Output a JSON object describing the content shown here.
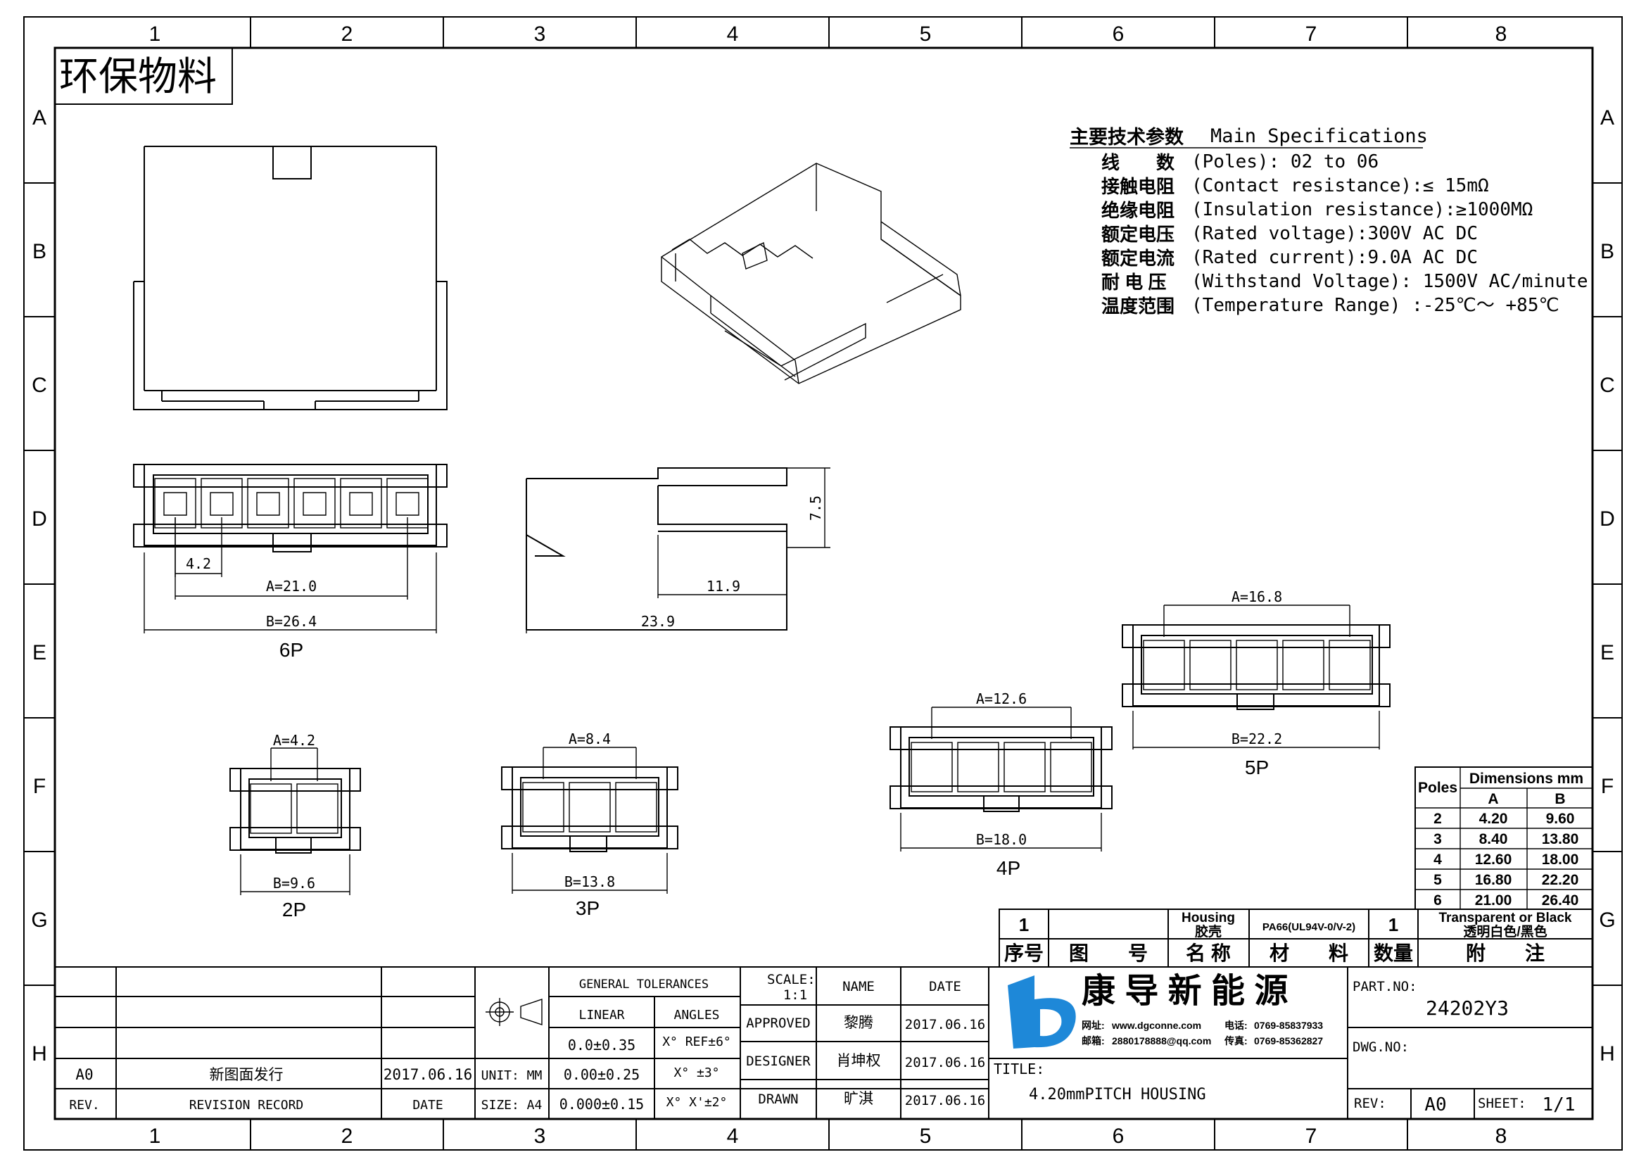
{
  "title_tag": "环保物料",
  "grid": {
    "columns": [
      "1",
      "2",
      "3",
      "4",
      "5",
      "6",
      "7",
      "8"
    ],
    "rows": [
      "A",
      "B",
      "C",
      "D",
      "E",
      "F",
      "G",
      "H"
    ]
  },
  "specs": {
    "heading_cn": "主要技术参数",
    "heading_en": "Main Specifications",
    "items": [
      {
        "cn": "线　　数",
        "en": "(Poles): 02 to 06"
      },
      {
        "cn": "接触电阻",
        "en": "(Contact resistance):≤ 15mΩ"
      },
      {
        "cn": "绝缘电阻",
        "en": "(Insulation resistance):≥1000MΩ"
      },
      {
        "cn": "额定电压",
        "en": "(Rated voltage):300V AC DC"
      },
      {
        "cn": "额定电流",
        "en": "(Rated current):9.0A AC DC"
      },
      {
        "cn": "耐 电 压",
        "en": "(Withstand Voltage): 1500V AC/minute"
      },
      {
        "cn": "温度范围",
        "en": "(Temperature Range) :-25℃～ +85℃"
      }
    ]
  },
  "dims": {
    "p6_pitch": "4.2",
    "p6_a": "A=21.0",
    "p6_b": "B=26.4",
    "side_h": "7.5",
    "side_a": "11.9",
    "side_b": "23.9",
    "p5_a": "A=16.8",
    "p5_b": "B=22.2",
    "p4_a": "A=12.6",
    "p4_b": "B=18.0",
    "p3_a": "A=8.4",
    "p3_b": "B=13.8",
    "p2_a": "A=4.2",
    "p2_b": "B=9.6"
  },
  "views": {
    "p6": "6P",
    "p5": "5P",
    "p4": "4P",
    "p3": "3P",
    "p2": "2P"
  },
  "dim_table": {
    "col_poles": "Poles",
    "col_dims": "Dimensions mm",
    "col_a": "A",
    "col_b": "B",
    "rows": [
      {
        "poles": "2",
        "a": "4.20",
        "b": "9.60"
      },
      {
        "poles": "3",
        "a": "8.40",
        "b": "13.80"
      },
      {
        "poles": "4",
        "a": "12.60",
        "b": "18.00"
      },
      {
        "poles": "5",
        "a": "16.80",
        "b": "22.20"
      },
      {
        "poles": "6",
        "a": "21.00",
        "b": "26.40"
      }
    ]
  },
  "bom": {
    "no": "1",
    "name_en": "Housing",
    "name_cn": "胶壳",
    "material": "PA66(UL94V-0/V-2)",
    "qty": "1",
    "remark_en": "Transparent or Black",
    "remark_cn": "透明白色/黑色",
    "header_no": "序号",
    "header_drawing": "图　　号",
    "header_name": "名 称",
    "header_material": "材　　料",
    "header_qty": "数量",
    "header_remark": "附　　注"
  },
  "title_block": {
    "revision": {
      "rev": "A0",
      "record": "新图面发行",
      "date": "2017.06.16"
    },
    "revision_headers": {
      "rev": "REV.",
      "record": "REVISION RECORD",
      "date": "DATE"
    },
    "unit": "UNIT: MM",
    "size": "SIZE: A4",
    "general_tolerances": "GENERAL TOLERANCES",
    "linear": "LINEAR",
    "angles": "ANGLES",
    "tol_rows": [
      {
        "linear": "0.0±0.35",
        "angle": "X° REF±6°"
      },
      {
        "linear": "0.00±0.25",
        "angle": "X° ±3°"
      },
      {
        "linear": "0.000±0.15",
        "angle": "X° X'±2°"
      }
    ],
    "scale_label": "SCALE:",
    "scale_value": "1:1",
    "name_col": "NAME",
    "date_col": "DATE",
    "roles": [
      {
        "role": "APPROVED",
        "name": "黎腾",
        "date": "2017.06.16"
      },
      {
        "role": "DESIGNER",
        "name": "肖坤权",
        "date": "2017.06.16"
      },
      {
        "role": "DRAWN",
        "name": "旷淇",
        "date": "2017.06.16"
      }
    ],
    "company": "康 导 新 能 源",
    "company_web_label": "网址:",
    "company_web": "www.dgconne.com",
    "company_tel_label": "电话:",
    "company_tel": "0769-85837933",
    "company_mail_label": "邮箱:",
    "company_mail": "2880178888@qq.com",
    "company_fax_label": "传真:",
    "company_fax": "0769-85362827",
    "title_label": "TITLE:",
    "title_value": "4.20mmPITCH HOUSING",
    "part_label": "PART.NO:",
    "part_value": "24202Y3",
    "dwg_label": "DWG.NO:",
    "rev_label": "REV:",
    "rev_value": "A0",
    "sheet_label": "SHEET:",
    "sheet_value": "1/1"
  }
}
